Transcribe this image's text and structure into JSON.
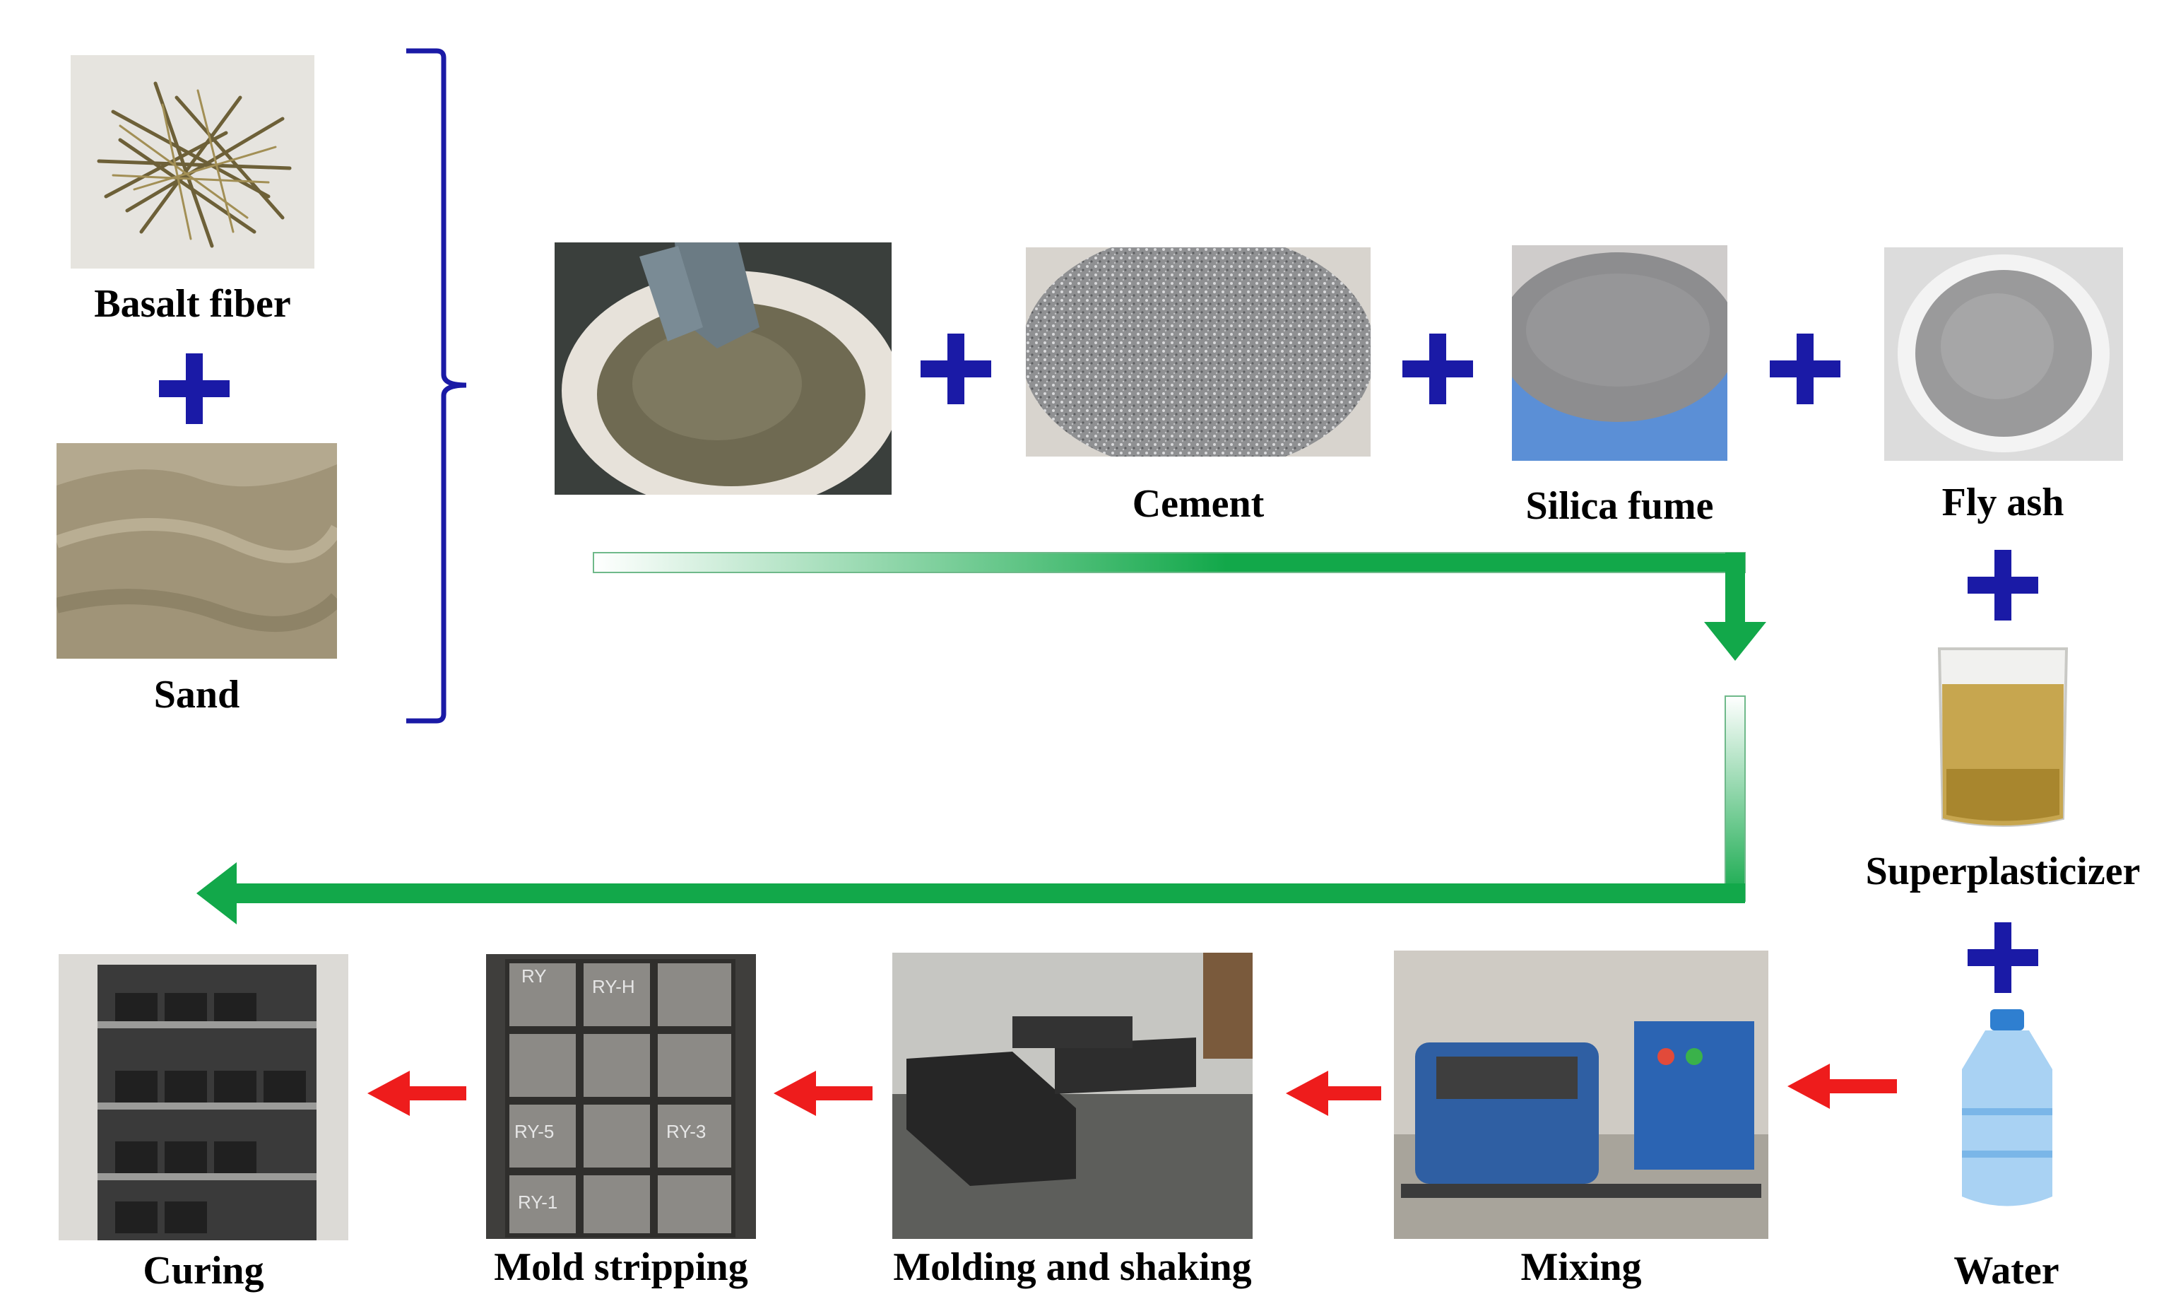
{
  "labels": {
    "basalt_fiber": "Basalt fiber",
    "sand": "Sand",
    "cement": "Cement",
    "silica_fume": "Silica fume",
    "fly_ash": "Fly ash",
    "superplasticizer": "Superplasticizer",
    "water": "Water",
    "mixing": "Mixing",
    "molding_and_shaking": "Molding and shaking",
    "mold_stripping": "Mold stripping",
    "curing": "Curing"
  },
  "specimen_marks": [
    "RY",
    "RY-H",
    "RY-5",
    "RY-3",
    "RY-1"
  ],
  "colors": {
    "plus": "#1a1aa6",
    "brace": "#1a1aa6",
    "flow_arrow_green": "#12a84a",
    "step_arrow_red": "#ee1c1c"
  },
  "icons": {
    "plus": "plus-icon",
    "flow_arrow": "green-gradient-arrow",
    "step_arrow": "red-left-arrow"
  }
}
